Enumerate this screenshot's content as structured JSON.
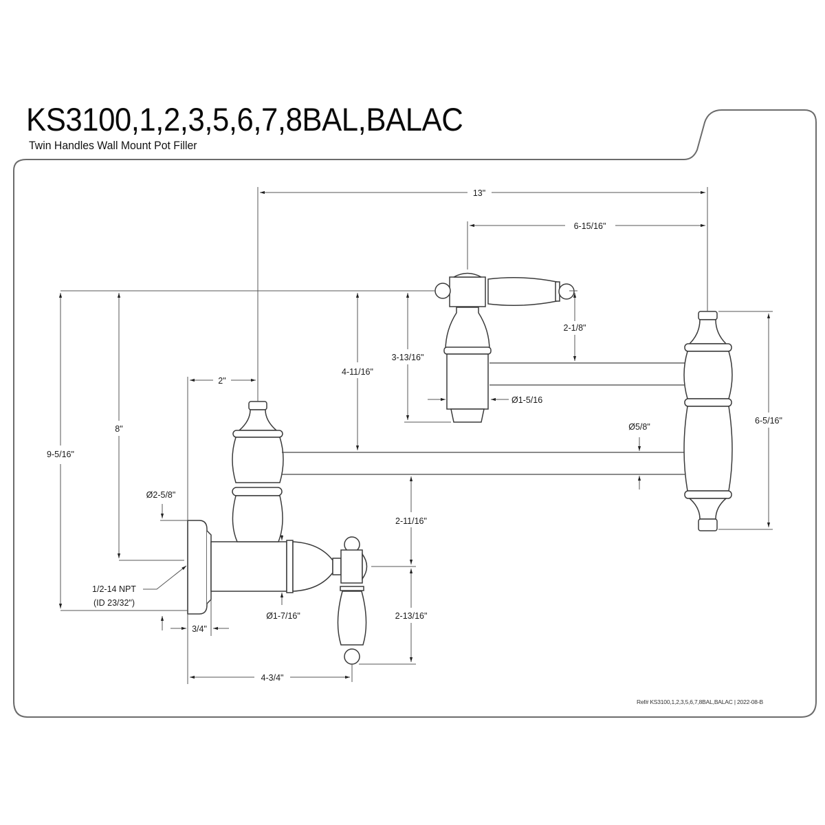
{
  "header": {
    "title": "KS3100,1,2,3,5,6,7,8BAL,BALAC",
    "subtitle": "Twin Handles Wall Mount Pot Filler"
  },
  "footer": {
    "reference": "Ref# KS3100,1,2,3,5,6,7,8BAL,BALAC | 2022-08-B"
  },
  "dimensions": {
    "overall_width": "13\"",
    "upper_arm_reach": "6-15/16\"",
    "overall_height": "9-5/16\"",
    "wall_to_top_handle": "8\"",
    "top_to_lower_arm": "4-11/16\"",
    "upper_valve_height": "3-13/16\"",
    "handle_to_upper_arm": "2-1/8\"",
    "upper_valve_diameter": "Ø1-5/16",
    "arm_diameter": "Ø5/8\"",
    "swivel_joint_height": "6-5/16\"",
    "swivel_offset": "2\"",
    "flange_diameter": "Ø2-5/8\"",
    "thread_spec_line1": "1/2-14 NPT",
    "thread_spec_line2": "(ID 23/32\")",
    "lower_arm_to_valve_center": "2-11/16\"",
    "valve_body_diameter": "Ø1-7/16\"",
    "valve_center_to_handle_bottom": "2-13/16\"",
    "flange_depth": "3/4\"",
    "wall_to_handle": "4-3/4\""
  }
}
